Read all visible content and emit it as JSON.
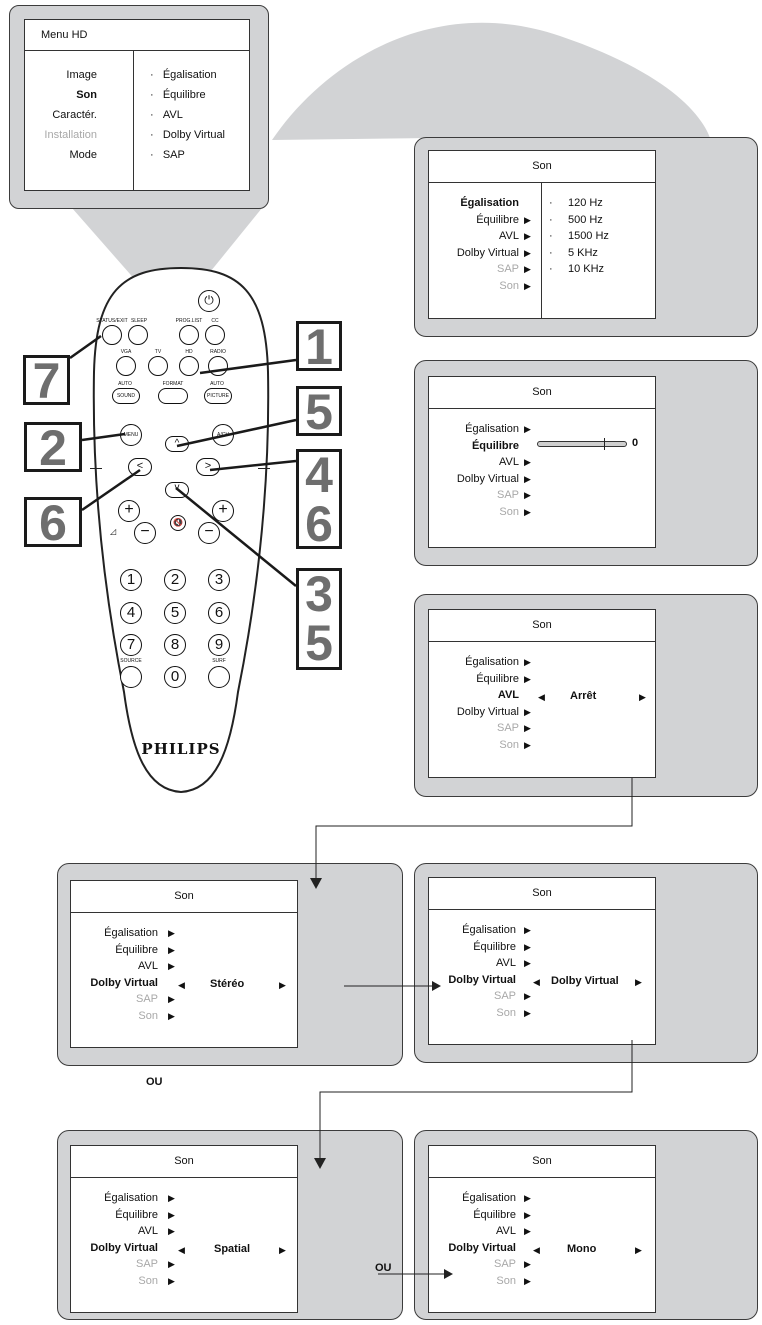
{
  "main_menu": {
    "title": "Menu HD",
    "items": [
      "Image",
      "Son",
      "Caractér.",
      "Installation",
      "Mode"
    ],
    "sub_items": [
      "Égalisation",
      "Équilibre",
      "AVL",
      "Dolby Virtual",
      "SAP"
    ]
  },
  "son": {
    "title": "Son",
    "items": [
      "Égalisation",
      "Équilibre",
      "AVL",
      "Dolby Virtual",
      "SAP",
      "Son"
    ]
  },
  "eq_values": [
    "120 Hz",
    "500 Hz",
    "1500 Hz",
    "5 KHz",
    "10 KHz"
  ],
  "balance": {
    "value": "0",
    "position": 0.75
  },
  "avl_value": "Arrêt",
  "dolby_values": [
    "Stéréo",
    "Dolby Virtual",
    "Spatial",
    "Mono"
  ],
  "ou": "OU",
  "remote": {
    "brand": "PHILIPS",
    "labels": {
      "status": "STATUS/EXIT",
      "sleep": "SLEEP",
      "proglist": "PROG.LIST",
      "cc": "CC",
      "vga": "VGA",
      "tv": "TV",
      "hd": "HD",
      "radio": "RADIO",
      "auto1": "AUTO",
      "sound": "SOUND",
      "format": "FORMAT",
      "auto2": "AUTO",
      "picture": "PICTURE",
      "menu": "MENU",
      "av": "A/CH",
      "source": "SOURCE",
      "surf": "SURF"
    },
    "digits": [
      "1",
      "2",
      "3",
      "4",
      "5",
      "6",
      "7",
      "8",
      "9",
      "0"
    ],
    "badges": [
      "1",
      "7",
      "2",
      "5",
      "4",
      "6",
      "6",
      "3",
      "5"
    ]
  },
  "colors": {
    "panel_gray": "#d2d3d5",
    "badge_text": "#6e6e6e",
    "outline": "#1a1a1a"
  }
}
